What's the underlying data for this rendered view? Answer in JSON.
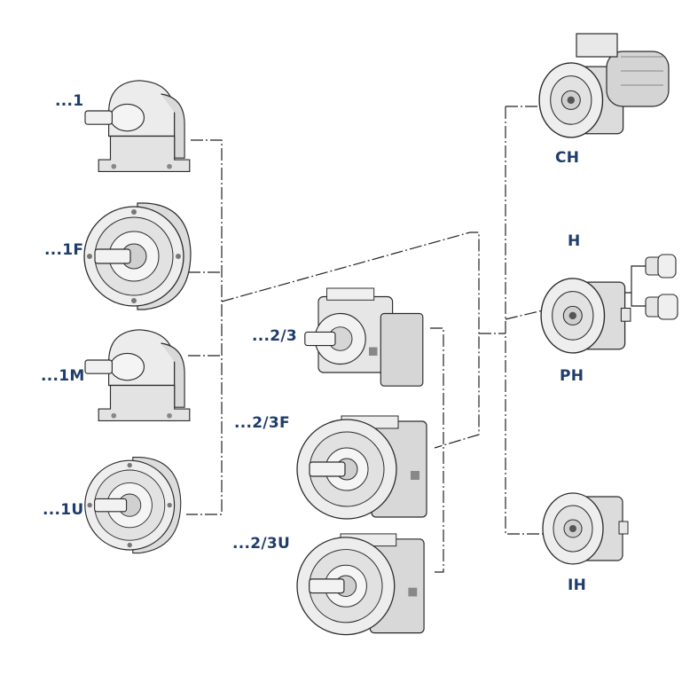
{
  "colors": {
    "label": "#1f3d6b",
    "line": "#222222",
    "body_fill": "#ececec",
    "body_stroke": "#2a2a2a"
  },
  "left_group": {
    "items": [
      {
        "label": "...1",
        "icon": "foot-mounted-gear-unit-icon"
      },
      {
        "label": "...1F",
        "icon": "flange-mounted-gear-unit-icon"
      },
      {
        "label": "...1M",
        "icon": "foot-mounted-gear-unit-icon"
      },
      {
        "label": "...1U",
        "icon": "foot-flange-gear-unit-icon"
      }
    ]
  },
  "middle_group": {
    "items": [
      {
        "label": "...2/3",
        "icon": "foot-mounted-gear-unit-icon"
      },
      {
        "label": "...2/3F",
        "icon": "flange-mounted-gear-unit-icon"
      },
      {
        "label": "...2/3U",
        "icon": "foot-flange-gear-unit-icon"
      }
    ]
  },
  "right_group": {
    "items": [
      {
        "label": "CH",
        "icon": "motor-adapter-with-motor-icon"
      },
      {
        "label": "H",
        "icon": "input-adapter-icon"
      },
      {
        "label": "PH",
        "icon": "input-adapter-icon"
      },
      {
        "label": "IH",
        "icon": "input-shaft-adapter-icon"
      }
    ],
    "accessory_icon": "shaft-coupling-icon"
  }
}
